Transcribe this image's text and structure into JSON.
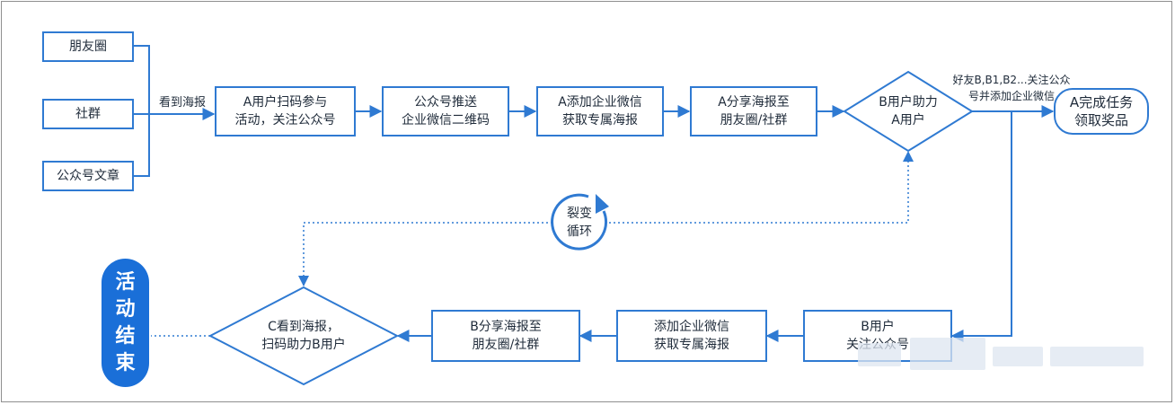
{
  "sources": [
    "朋友圈",
    "社群",
    "公众号文章"
  ],
  "edge_see_poster": "看到海报",
  "steps_top": [
    [
      "A用户扫码参与",
      "活动，关注公众号"
    ],
    [
      "公众号推送",
      "企业微信二维码"
    ],
    [
      "A添加企业微信",
      "获取专属海报"
    ],
    [
      "A分享海报至",
      "朋友圈/社群"
    ]
  ],
  "diamond_b": [
    "B用户助力",
    "A用户"
  ],
  "edge_friends": [
    "好友B,B1,B2...关注公众",
    "号并添加企业微信"
  ],
  "finish": [
    "A完成任务",
    "领取奖品"
  ],
  "cycle": [
    "裂变",
    "循环"
  ],
  "steps_bottom": [
    [
      "B用户",
      "关注公众号"
    ],
    [
      "添加企业微信",
      "获取专属海报"
    ],
    [
      "B分享海报至",
      "朋友圈/社群"
    ]
  ],
  "diamond_c": [
    "C看到海报，",
    "扫码助力B用户"
  ],
  "end_label": [
    "活",
    "动",
    "结",
    "束"
  ],
  "colors": {
    "accent": "#2f7ad2",
    "end_fill": "#1a6fd8",
    "text": "#1f2b3a",
    "frame": "#8f8f8f"
  }
}
